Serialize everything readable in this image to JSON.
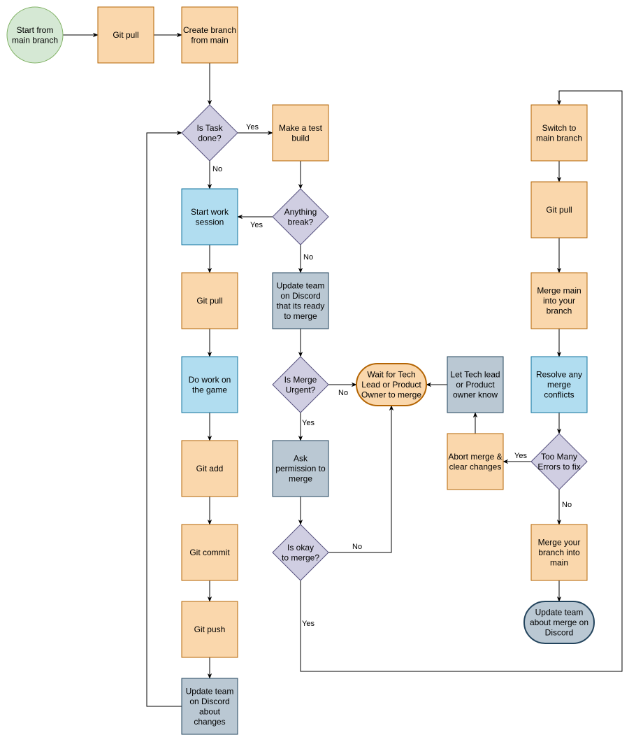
{
  "colors": {
    "orange_fill": "#fad7ac",
    "orange_stroke": "#b46504",
    "blue_fill": "#b1ddf0",
    "blue_stroke": "#10739e",
    "gray_fill": "#bac8d3",
    "gray_stroke": "#23445d",
    "purple_fill": "#d0cee2",
    "purple_stroke": "#56517e",
    "green_fill": "#d5e8d4",
    "green_stroke": "#82b366",
    "edge": "#000000"
  },
  "nodes": {
    "start": {
      "lines": [
        "Start from",
        "main branch"
      ],
      "kind": "start"
    },
    "git_pull_1": {
      "lines": [
        "Git pull"
      ],
      "kind": "orange"
    },
    "create_branch": {
      "lines": [
        "Create branch",
        "from main"
      ],
      "kind": "orange"
    },
    "is_task_done": {
      "lines": [
        "Is Task",
        "done?"
      ],
      "kind": "decision"
    },
    "make_test_build": {
      "lines": [
        "Make a test",
        "build"
      ],
      "kind": "orange"
    },
    "start_work_session": {
      "lines": [
        "Start work",
        "session"
      ],
      "kind": "blue"
    },
    "anything_break": {
      "lines": [
        "Anything",
        "break?"
      ],
      "kind": "decision"
    },
    "git_pull_2": {
      "lines": [
        "Git pull"
      ],
      "kind": "orange"
    },
    "update_ready": {
      "lines": [
        "Update team",
        "on Discord",
        "that its ready",
        "to merge"
      ],
      "kind": "gray"
    },
    "do_work": {
      "lines": [
        "Do work on",
        "the game"
      ],
      "kind": "blue"
    },
    "is_merge_urgent": {
      "lines": [
        "Is Merge",
        "Urgent?"
      ],
      "kind": "decision"
    },
    "wait_tech_lead": {
      "lines": [
        "Wait for Tech",
        "Lead or Product",
        "Owner to merge"
      ],
      "kind": "terminal_orange"
    },
    "let_tech_lead_know": {
      "lines": [
        "Let Tech lead",
        "or Product",
        "owner know"
      ],
      "kind": "gray"
    },
    "git_add": {
      "lines": [
        "Git add"
      ],
      "kind": "orange"
    },
    "ask_permission": {
      "lines": [
        "Ask",
        "permission to",
        "merge"
      ],
      "kind": "gray"
    },
    "git_commit": {
      "lines": [
        "Git commit"
      ],
      "kind": "orange"
    },
    "is_okay_merge": {
      "lines": [
        "Is okay",
        "to merge?"
      ],
      "kind": "decision"
    },
    "git_push": {
      "lines": [
        "Git push"
      ],
      "kind": "orange"
    },
    "update_changes": {
      "lines": [
        "Update team",
        "on Discord",
        "about",
        "changes"
      ],
      "kind": "gray"
    },
    "switch_main": {
      "lines": [
        "Switch to",
        "main branch"
      ],
      "kind": "orange"
    },
    "git_pull_3": {
      "lines": [
        "Git pull"
      ],
      "kind": "orange"
    },
    "merge_main_into": {
      "lines": [
        "Merge main",
        "into your",
        "branch"
      ],
      "kind": "orange"
    },
    "resolve_conflicts": {
      "lines": [
        "Resolve any",
        "merge",
        "conflicts"
      ],
      "kind": "blue"
    },
    "too_many_errors": {
      "lines": [
        "Too Many",
        "Errors to fix"
      ],
      "kind": "decision"
    },
    "abort_merge": {
      "lines": [
        "Abort merge &",
        "clear changes"
      ],
      "kind": "orange"
    },
    "merge_branch_into_main": {
      "lines": [
        "Merge your",
        "branch into",
        "main"
      ],
      "kind": "orange"
    },
    "update_about_merge": {
      "lines": [
        "Update team",
        "about merge on",
        "Discord"
      ],
      "kind": "terminal_gray"
    }
  },
  "edge_labels": {
    "task_done_yes": "Yes",
    "task_done_no": "No",
    "break_yes": "Yes",
    "break_no": "No",
    "urgent_no": "No",
    "urgent_yes": "Yes",
    "okay_no": "No",
    "okay_yes": "Yes",
    "errors_yes": "Yes",
    "errors_no": "No"
  }
}
